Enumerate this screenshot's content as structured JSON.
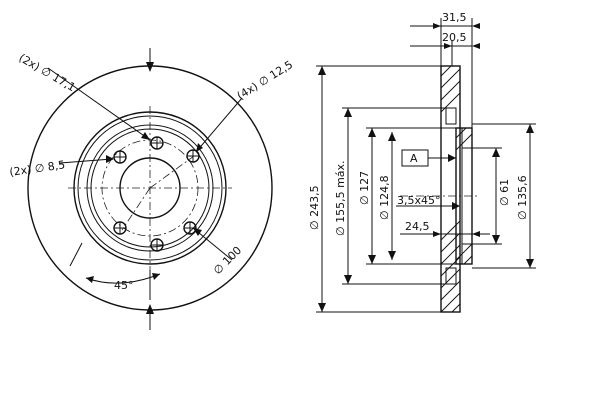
{
  "labels": {
    "holes_2x_d17": "(2x) ∅ 17,1",
    "holes_4x_d12": "(4x) ∅ 12,5",
    "holes_2x_d8": "(2x) ∅ 8,5",
    "pcd_100": "∅ 100",
    "angle_45": "45°",
    "width_31": "31,5",
    "width_20": "20,5",
    "d_243": "∅ 243,5",
    "d_155": "∅ 155,5 máx.",
    "d_127": "∅ 127",
    "d_124": "∅ 124,8",
    "chamfer": "3,5x45°",
    "d_61": "∅ 61",
    "d_135": "∅ 135,6",
    "len_24": "24,5",
    "datum_a": "A"
  }
}
